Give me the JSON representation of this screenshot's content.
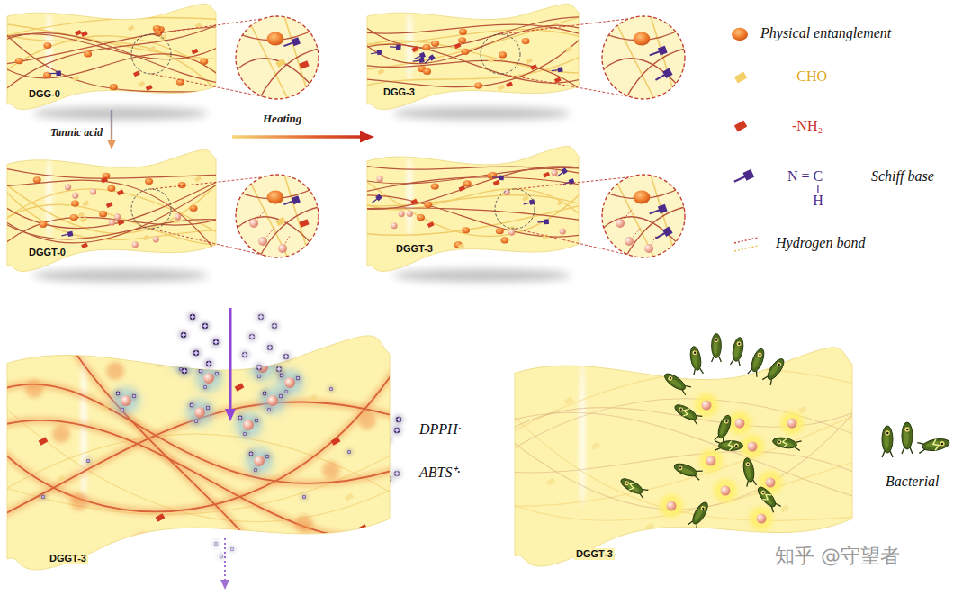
{
  "diagram": {
    "nodes": [
      {
        "text": [
          "DGG-0"
        ]
      },
      {
        "text": [
          "DGG-3"
        ]
      },
      {
        "text": [
          "DGGT-0"
        ]
      },
      {
        "text": [
          "DGGT-3"
        ]
      },
      {
        "text": [
          "DGGT-3"
        ]
      },
      {
        "text": [
          "DGGT-3"
        ]
      }
    ],
    "edges": [
      {
        "from": 0,
        "to": 2,
        "arrow": "to",
        "label": "Tannic acid"
      }
    ],
    "labels": [
      "Heating",
      "−N = C −",
      "H",
      "DPPH·",
      "ABTS⁺·",
      "Bacterial",
      "知乎 @守望者"
    ],
    "legend": [
      {
        "text": "Physical entanglement"
      },
      {
        "text": "-CHO"
      },
      {
        "text": "-NH₂"
      },
      {
        "text": "Schiff base"
      },
      {
        "text": "Hydrogen bond"
      }
    ]
  }
}
